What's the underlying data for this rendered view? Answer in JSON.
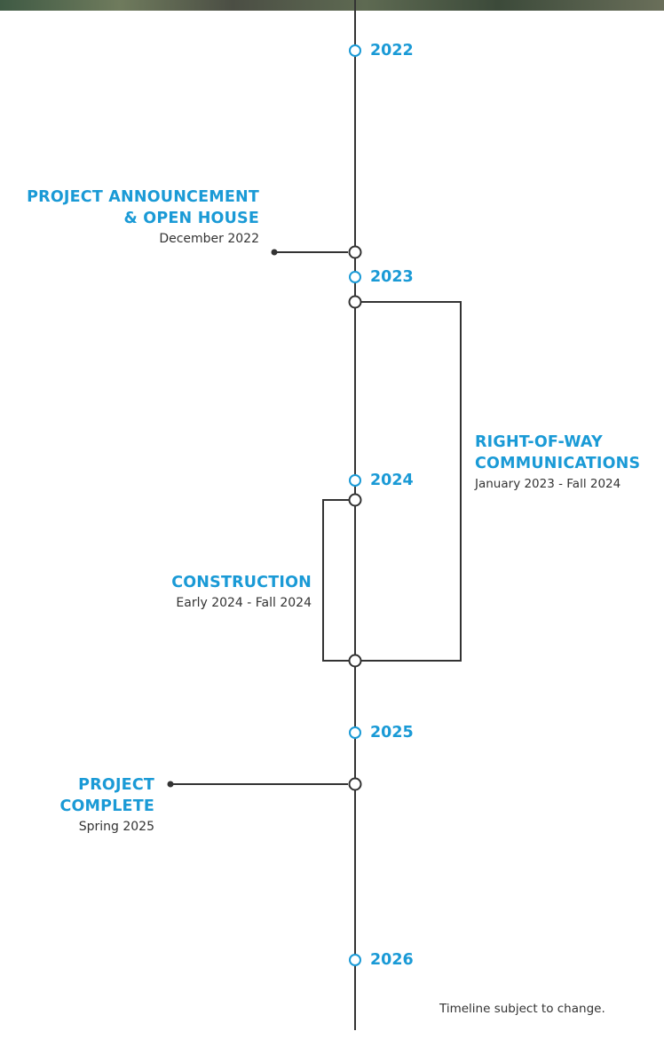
{
  "years": [
    "2022",
    "2023",
    "2024",
    "2025",
    "2026"
  ],
  "events": {
    "announcement": {
      "title": "PROJECT ANNOUNCEMENT\n& OPEN HOUSE",
      "date": "December 2022"
    },
    "row": {
      "title": "RIGHT-OF-WAY\nCOMMUNICATIONS",
      "date": "January 2023 - Fall 2024"
    },
    "construction": {
      "title": "CONSTRUCTION",
      "date": "Early 2024 - Fall 2024"
    },
    "complete": {
      "title": "PROJECT\nCOMPLETE",
      "date": "Spring 2025"
    }
  },
  "footnote": "Timeline subject to change.",
  "colors": {
    "accent": "#1a9ad6",
    "line": "#333333",
    "text": "#333333"
  }
}
